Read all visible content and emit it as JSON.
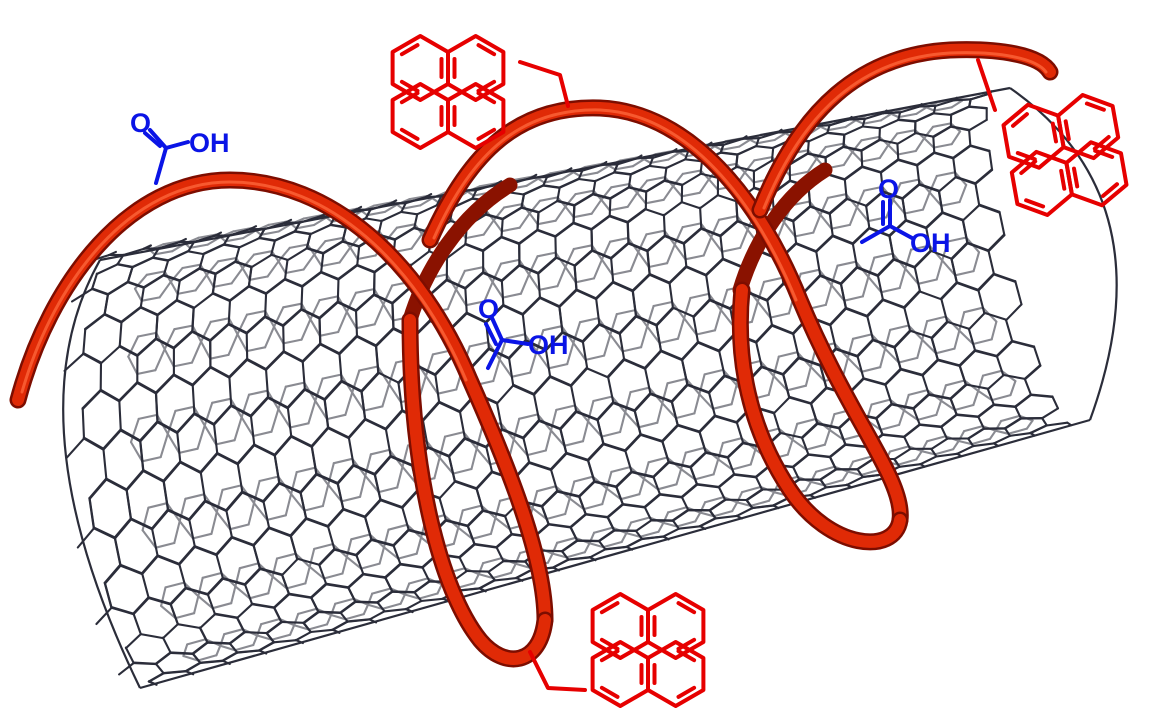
{
  "labels": {
    "acid_oxygen": "O",
    "acid_hydroxyl": "OH"
  },
  "colors": {
    "nanotube_bonds": "#2b2d3a",
    "polymer_helix": "#e02a06",
    "pyrene_groups": "#e60000",
    "carboxylic_acid_groups": "#0a14e6",
    "background": "#ffffff"
  },
  "components": {
    "nanotube": "carbon-nanotube",
    "helix_turns": 3,
    "pyrene_groups": 3,
    "carboxylic_acid_groups": 3
  }
}
